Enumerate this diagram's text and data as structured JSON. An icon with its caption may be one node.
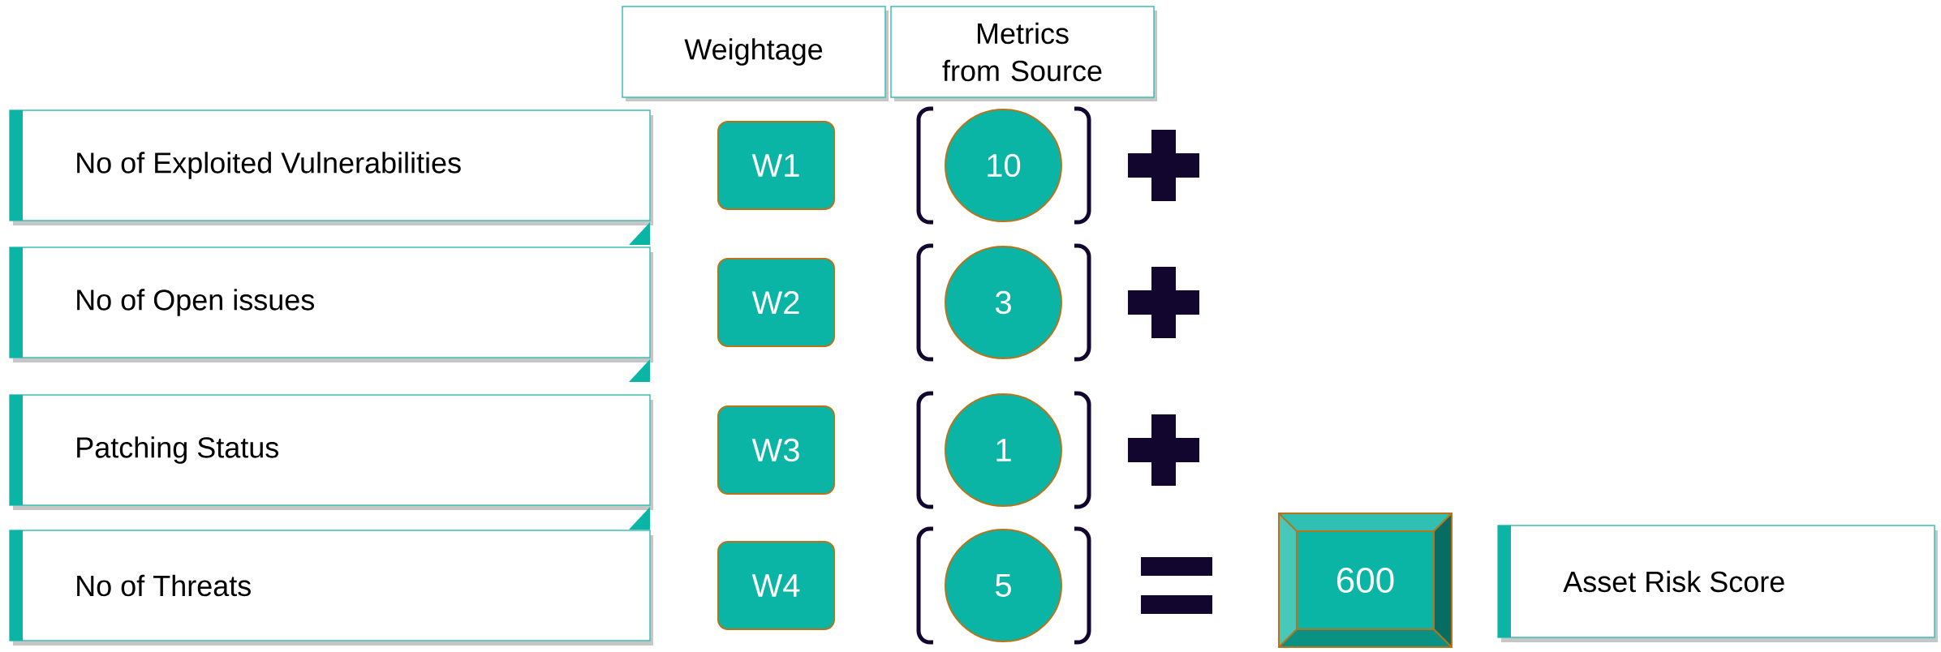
{
  "diagram": {
    "nodes": [
      {
        "text": [
          "Weightage"
        ]
      },
      {
        "text": [
          "Metrics from Source"
        ]
      },
      {
        "text": [
          "No of Exploited Vulnerabilities"
        ]
      },
      {
        "text": [
          "No of Open issues"
        ]
      },
      {
        "text": [
          "Patching Status"
        ]
      },
      {
        "text": [
          "No of Threats"
        ]
      },
      {
        "text": [
          "W1"
        ]
      },
      {
        "text": [
          "W2"
        ]
      },
      {
        "text": [
          "W3"
        ]
      },
      {
        "text": [
          "W4"
        ]
      },
      {
        "text": [
          "10"
        ]
      },
      {
        "text": [
          "3"
        ]
      },
      {
        "text": [
          "1"
        ]
      },
      {
        "text": [
          "5"
        ]
      },
      {
        "text": [
          "600"
        ]
      },
      {
        "text": [
          "Asset Risk Score"
        ]
      }
    ]
  }
}
